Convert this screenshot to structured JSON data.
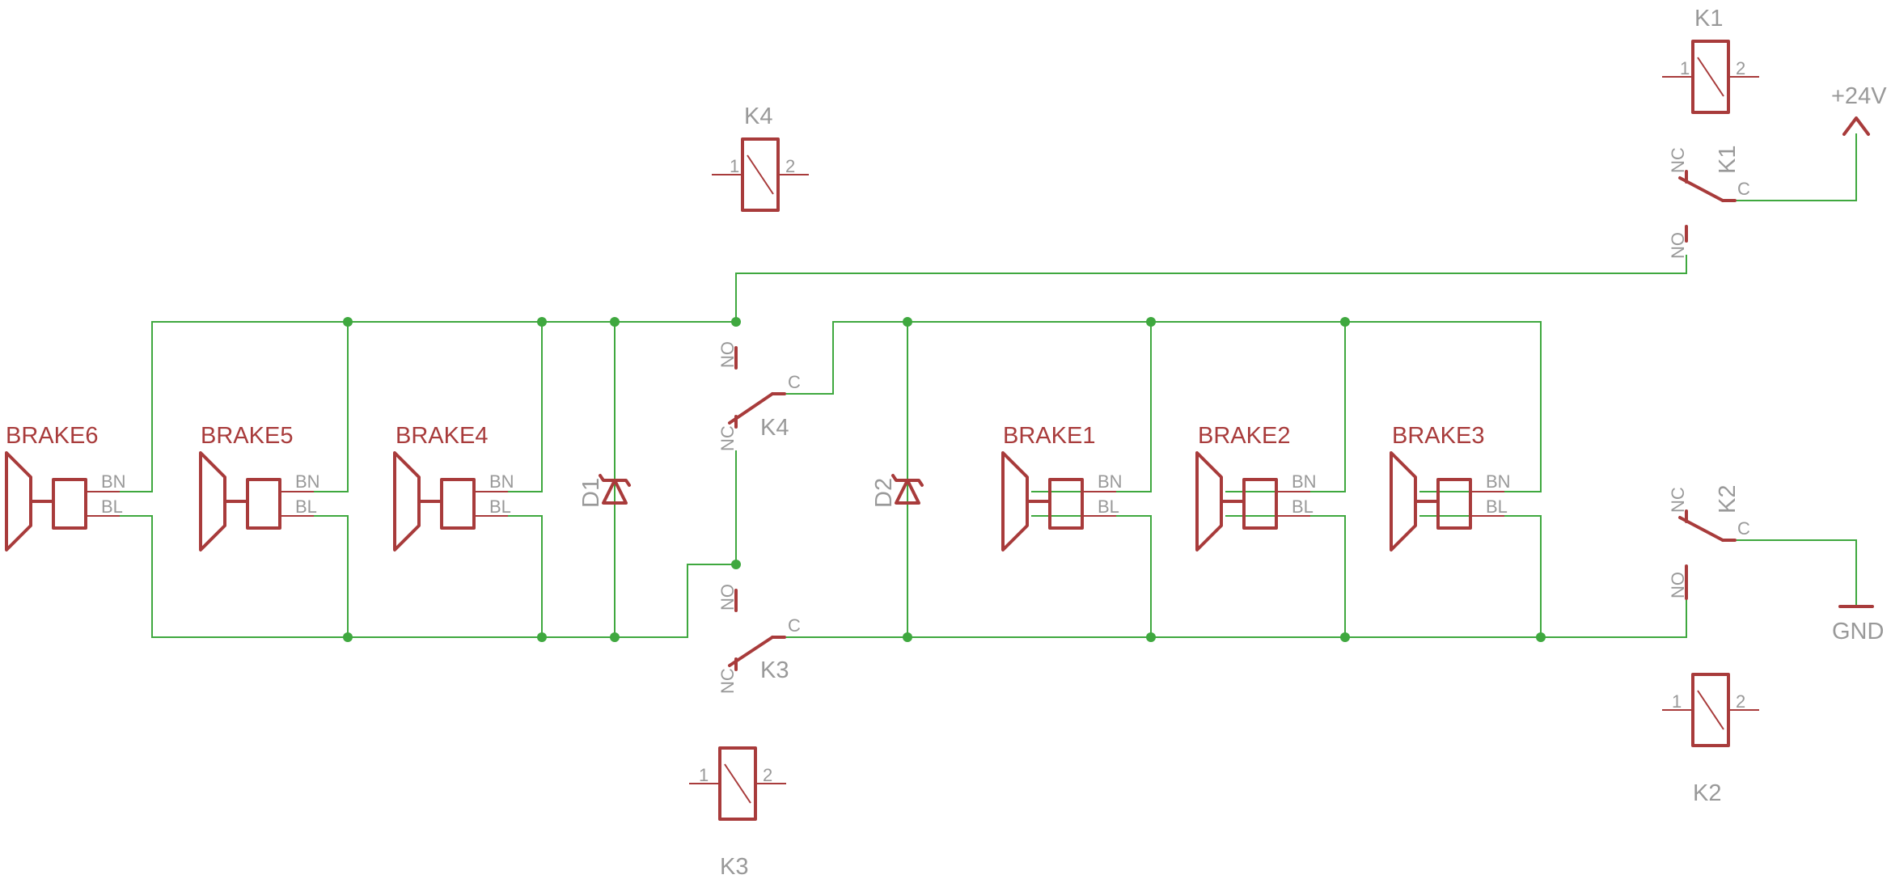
{
  "colors": {
    "wire": "#3fa83f",
    "symbol": "#a83b3b",
    "label": "#999999",
    "background": "#ffffff"
  },
  "brakes": [
    {
      "name": "BRAKE6",
      "pin_top": "BN",
      "pin_bottom": "BL"
    },
    {
      "name": "BRAKE5",
      "pin_top": "BN",
      "pin_bottom": "BL"
    },
    {
      "name": "BRAKE4",
      "pin_top": "BN",
      "pin_bottom": "BL"
    },
    {
      "name": "BRAKE1",
      "pin_top": "BN",
      "pin_bottom": "BL"
    },
    {
      "name": "BRAKE2",
      "pin_top": "BN",
      "pin_bottom": "BL"
    },
    {
      "name": "BRAKE3",
      "pin_top": "BN",
      "pin_bottom": "BL"
    }
  ],
  "diodes": [
    {
      "name": "D1"
    },
    {
      "name": "D2"
    }
  ],
  "relay_coils": [
    {
      "name": "K1",
      "pin1": "1",
      "pin2": "2"
    },
    {
      "name": "K4",
      "pin1": "1",
      "pin2": "2"
    },
    {
      "name": "K3",
      "pin1": "1",
      "pin2": "2"
    },
    {
      "name": "K2",
      "pin1": "1",
      "pin2": "2"
    }
  ],
  "relay_switches": [
    {
      "name": "K1",
      "nc": "NC",
      "no": "NO",
      "c": "C"
    },
    {
      "name": "K4",
      "nc": "NC",
      "no": "NO",
      "c": "C"
    },
    {
      "name": "K3",
      "nc": "NC",
      "no": "NO",
      "c": "C"
    },
    {
      "name": "K2",
      "nc": "NC",
      "no": "NO",
      "c": "C"
    }
  ],
  "power": {
    "supply": "+24V",
    "ground": "GND"
  }
}
